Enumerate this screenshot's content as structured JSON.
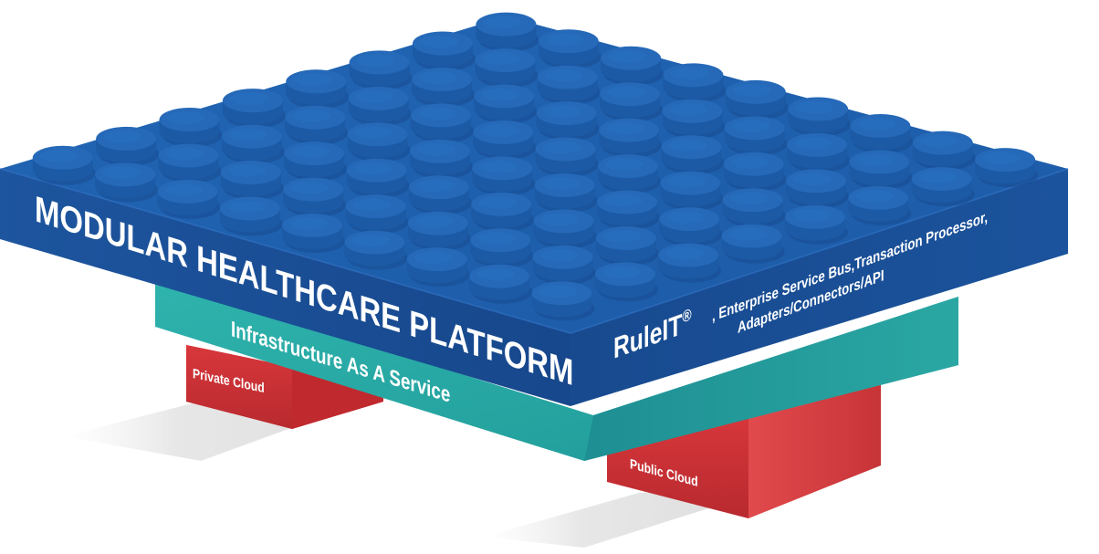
{
  "platform": {
    "title": "MODULAR HEALTHCARE PLATFORM",
    "brand": "RuleIT",
    "brand_mark": "®",
    "components_line1": ", Enterprise Service Bus,Transaction Processor,",
    "components_line2": "Adapters/Connectors/API"
  },
  "infrastructure": {
    "label": "Infrastructure As A Service"
  },
  "clouds": {
    "private": "Private Cloud",
    "public": "Public Cloud"
  },
  "colors": {
    "platform_top": "#1f5fae",
    "platform_front": "#1a4f98",
    "platform_side": "#16468a",
    "stud": "#2466b4",
    "infra": "#2aaba6",
    "cloud": "#d7353a"
  }
}
